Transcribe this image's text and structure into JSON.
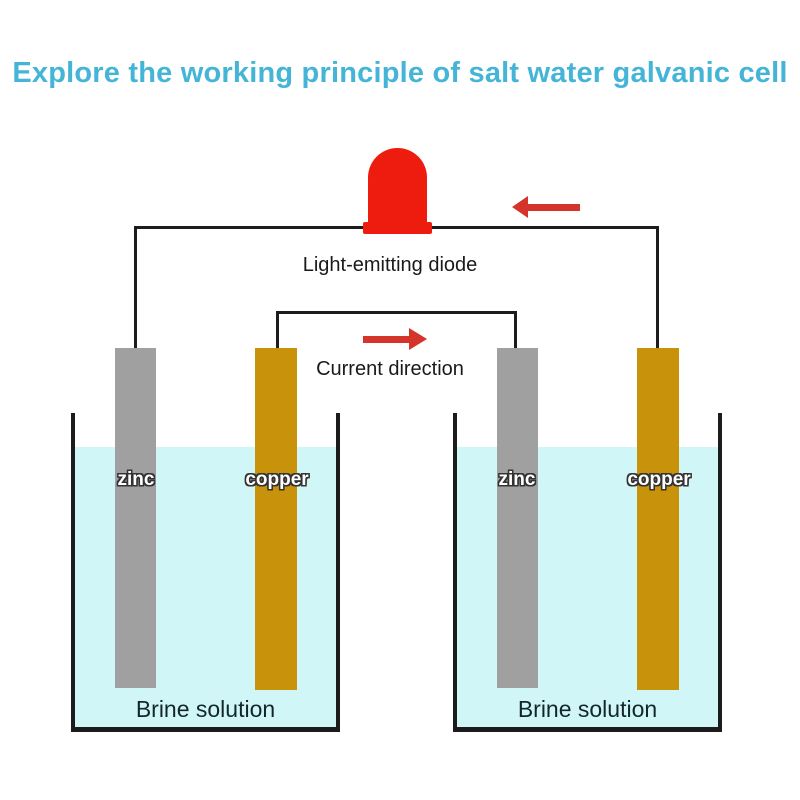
{
  "title": "Explore the working principle of salt water galvanic cell",
  "diagram": {
    "led_label": "Light-emitting diode",
    "current_label": "Current direction",
    "beakers": [
      {
        "zinc_label": "zinc",
        "copper_label": "copper",
        "solution_label": "Brine solution"
      },
      {
        "zinc_label": "zinc",
        "copper_label": "copper",
        "solution_label": "Brine solution"
      }
    ],
    "colors": {
      "title": "#45b5d7",
      "led": "#ed1c0f",
      "arrow": "#d5342a",
      "zinc": "#a0a0a0",
      "copper": "#c8930a",
      "water": "#d0f6f7",
      "wire": "#1c1c1c"
    }
  }
}
